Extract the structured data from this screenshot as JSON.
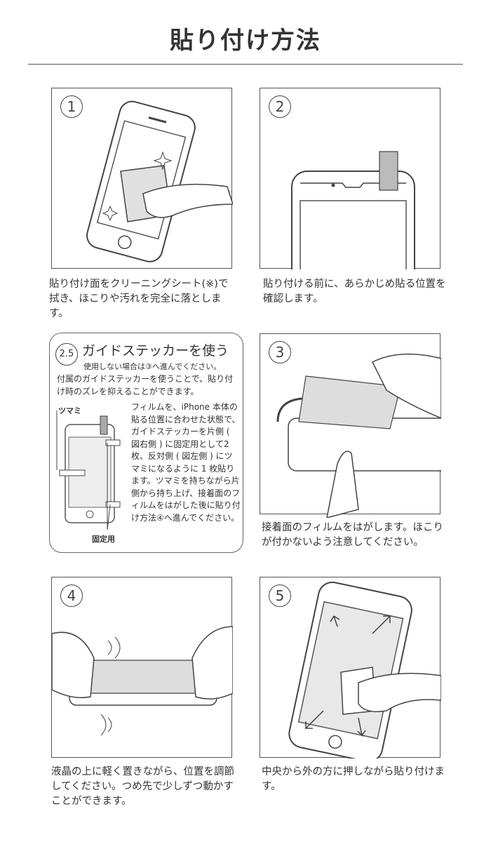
{
  "title": "貼り付け方法",
  "steps": [
    {
      "num": "1",
      "caption": "貼り付け面をクリーニングシート(※)で拭き、ほこりや汚れを完全に落とします。"
    },
    {
      "num": "2",
      "caption": "貼り付ける前に、あらかじめ貼る位置を確認します。"
    },
    {
      "num": "3",
      "caption": "接着面のフィルムをはがします。ほこりが付かないよう注意してください。"
    },
    {
      "num": "4",
      "caption": "液晶の上に軽く置きながら、位置を調節してください。つめ先で少しずつ動かすことができます。"
    },
    {
      "num": "5",
      "caption": "中央から外の方に押しながら貼り付けます。"
    }
  ],
  "guide": {
    "num": "2.5",
    "title": "ガイドステッカーを使う",
    "subtitle": "使用しない場合は③へ進んでください。",
    "intro": "付属のガイドステッカーを使うことで、貼り付け時のズレを抑えることができます。",
    "tsumami_label": "ツマミ",
    "kotei_label": "固定用",
    "body": "フィルムを、iPhone 本体の貼る位置に合わせた状態で、ガイドステッカーを片側 ( 図右側 ) に固定用として2 枚、反対側 ( 図左側 ) にツマミになるように 1 枚貼ります。ツマミを持ちながら片側から持ち上げ、接着面のフィルムをはがした後に貼り付け方法④へ進んでください。"
  }
}
